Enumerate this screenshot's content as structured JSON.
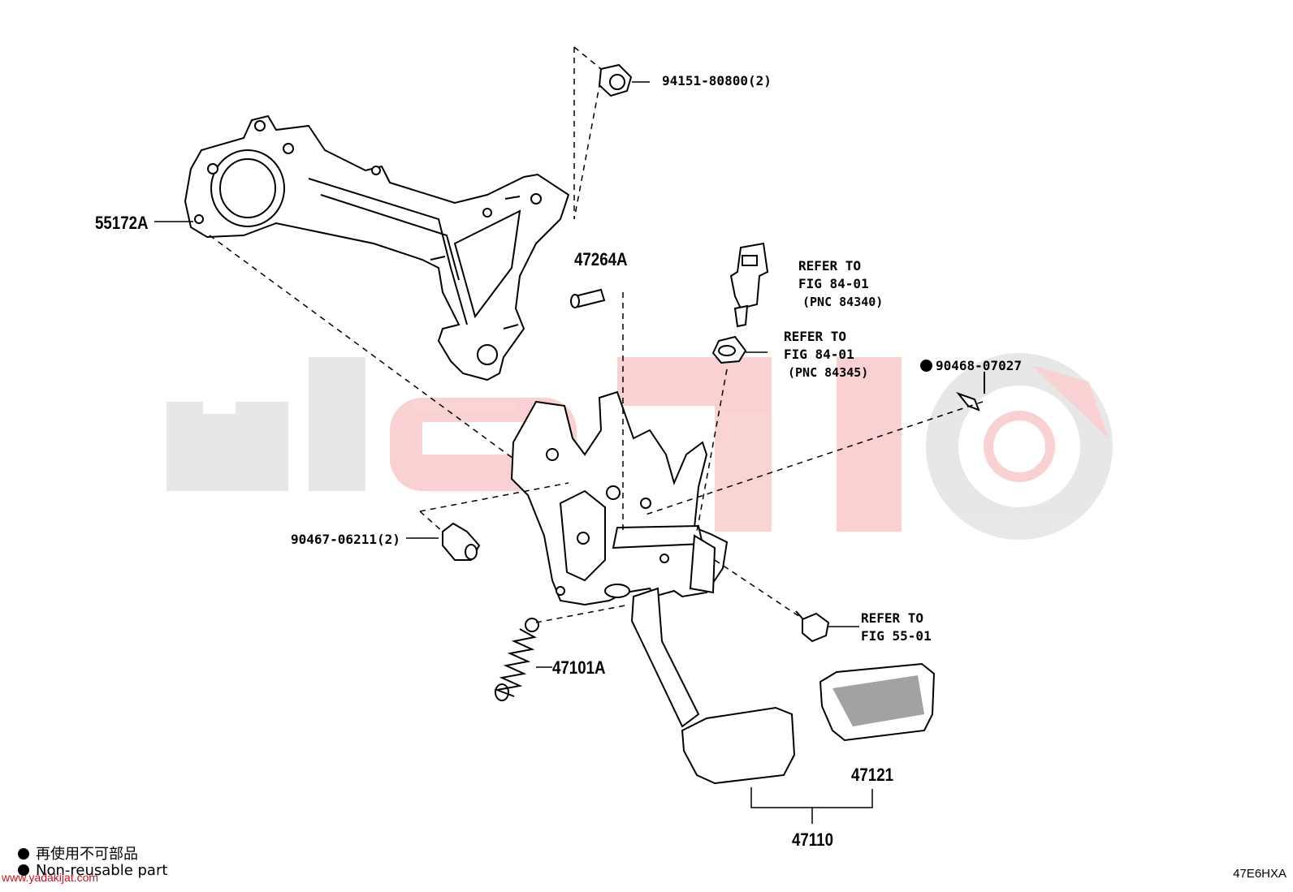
{
  "parts": {
    "nut_94151": "94151-80800(2)",
    "bracket_55172A": "55172A",
    "pin_47264A": "47264A",
    "ref_switch_line1": "REFER TO",
    "ref_switch_line2": "FIG 84-01",
    "ref_switch_line3": "(PNC 84340)",
    "ref_cushion_line1": "REFER TO",
    "ref_cushion_line2": "FIG 84-01",
    "ref_cushion_line3": "(PNC 84345)",
    "clip_90468": "90468-07027",
    "clip_90467": "90467-06211(2)",
    "ref_bolt_line1": "REFER TO",
    "ref_bolt_line2": "FIG 55-01",
    "spring_47101A": "47101A",
    "pad_47121": "47121",
    "pedal_assy_47110": "47110"
  },
  "legend": {
    "jp": "再使用不可部品",
    "en": "Non-reusable part"
  },
  "watermark_url": "www.yadakijat.com",
  "figure_code": "47E6HXA",
  "colors": {
    "watermark_red": "#e6212a",
    "watermark_grey": "#9a9a9a",
    "line": "#000000"
  }
}
